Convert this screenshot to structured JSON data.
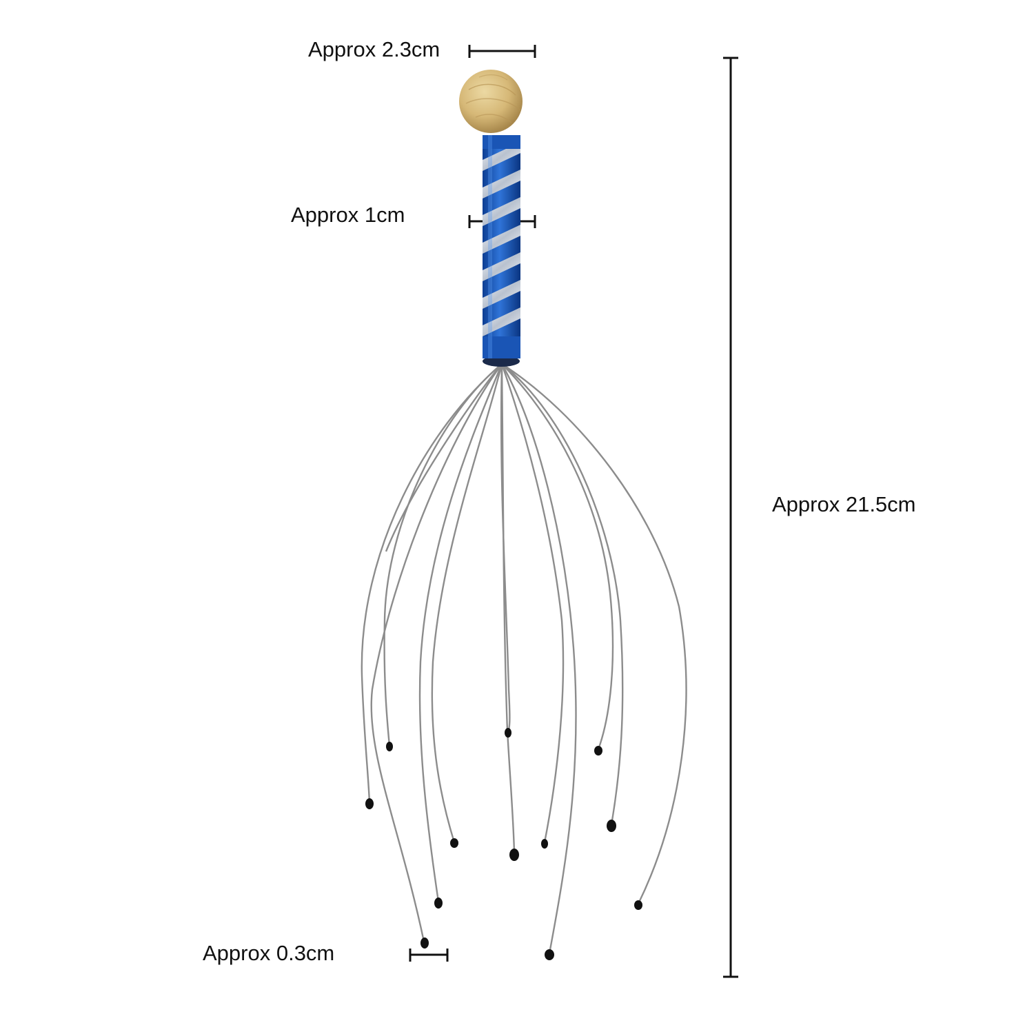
{
  "image": {
    "subject": "scalp massager",
    "background_color": "#ffffff",
    "handle_color": "#1f5fbf",
    "ball_color": "#d6b877",
    "wire_color": "#8e8e8e",
    "tip_color": "#111111"
  },
  "measurements": {
    "ball_diameter_label": "Approx 2.3cm",
    "handle_diameter_label": "Approx 1cm",
    "tip_diameter_label": "Approx 0.3cm",
    "total_length_label": "Approx 21.5cm"
  }
}
